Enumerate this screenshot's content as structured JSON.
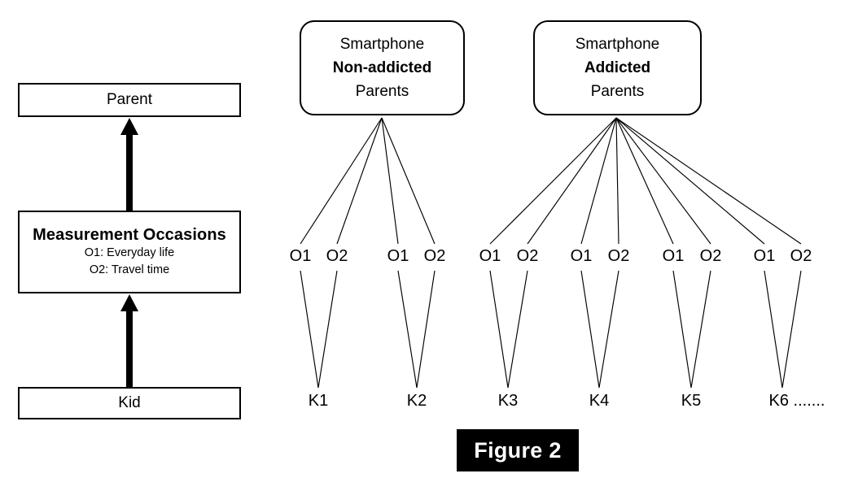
{
  "figure": {
    "caption": "Figure 2",
    "caption_style": {
      "background": "#000000",
      "text_color": "#ffffff"
    }
  },
  "left_column": {
    "levels": [
      {
        "name": "parent-level",
        "title": "Parent",
        "subtitles": []
      },
      {
        "name": "measurement-occasions-level",
        "title": "Measurement Occasions",
        "subtitles": [
          "O1: Everyday life",
          "O2: Travel time"
        ]
      },
      {
        "name": "kid-level",
        "title": "Kid",
        "subtitles": []
      }
    ],
    "arrows": [
      {
        "name": "kid-to-occasions-arrow",
        "direction": "up"
      },
      {
        "name": "occasions-to-parent-arrow",
        "direction": "up"
      }
    ]
  },
  "groups": [
    {
      "id": "non-addicted",
      "lines": [
        {
          "text": "Smartphone",
          "bold": false
        },
        {
          "text": "Non-addicted",
          "bold": true
        },
        {
          "text": "Parents",
          "bold": false
        }
      ],
      "kids": [
        {
          "label": "K1",
          "occasions": [
            "O1",
            "O2"
          ]
        },
        {
          "label": "K2",
          "occasions": [
            "O1",
            "O2"
          ]
        }
      ]
    },
    {
      "id": "addicted",
      "lines": [
        {
          "text": "Smartphone",
          "bold": false
        },
        {
          "text": "Addicted",
          "bold": true
        },
        {
          "text": "Parents",
          "bold": false
        }
      ],
      "kids": [
        {
          "label": "K3",
          "occasions": [
            "O1",
            "O2"
          ]
        },
        {
          "label": "K4",
          "occasions": [
            "O1",
            "O2"
          ]
        },
        {
          "label": "K5",
          "occasions": [
            "O1",
            "O2"
          ]
        },
        {
          "label": "K6 .......",
          "occasions": [
            "O1",
            "O2"
          ]
        }
      ]
    }
  ],
  "colors": {
    "stroke": "#000000",
    "background": "#ffffff",
    "badge_background": "#000000",
    "badge_text": "#ffffff"
  }
}
